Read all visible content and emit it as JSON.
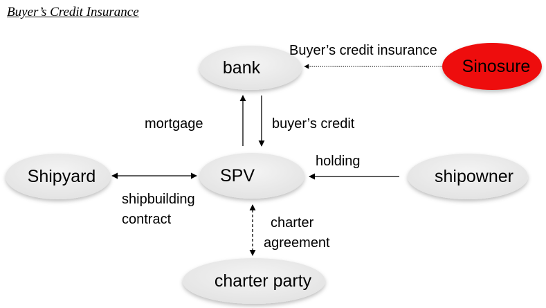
{
  "title": "Buyer’s Credit Insurance",
  "nodes": {
    "bank": {
      "label": "bank",
      "color": "#ececec"
    },
    "sinosure": {
      "label": "Sinosure",
      "color": "#ee1111"
    },
    "spv": {
      "label": "SPV",
      "color": "#ececec"
    },
    "shipyard": {
      "label": "Shipyard",
      "color": "#ececec"
    },
    "shipowner": {
      "label": "shipowner",
      "color": "#ececec"
    },
    "charter_party": {
      "label": "charter party",
      "color": "#ececec"
    }
  },
  "edges": {
    "insurance": "Buyer’s credit insurance",
    "mortgage": "mortgage",
    "buyers_credit": "buyer’s credit",
    "holding": "holding",
    "shipbuilding_line1": "shipbuilding",
    "shipbuilding_line2": "contract",
    "charter_line1": "charter",
    "charter_line2": "agreement"
  }
}
